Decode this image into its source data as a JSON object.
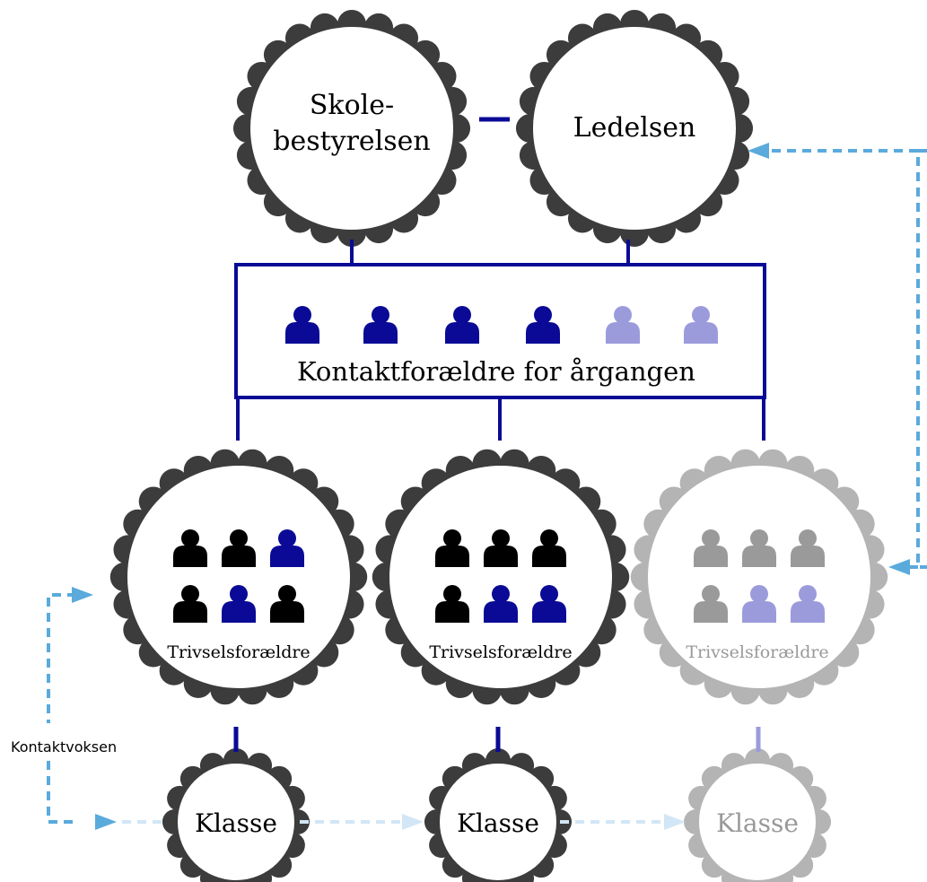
{
  "colors": {
    "navy": "#0a0a96",
    "lavender": "#9b9bdc",
    "black": "#000000",
    "gray": "#9a9a9a",
    "scallop_dark": "#3c3c3c",
    "scallop_light": "#b4b4b4",
    "arrow_blue": "#5aaadc",
    "arrow_pale": "#d2e6f5",
    "text_gray": "#999999"
  },
  "nodes": {
    "skolebestyrelsen": {
      "line1": "Skole-",
      "line2": "bestyrelsen"
    },
    "ledelsen": {
      "label": "Ledelsen"
    },
    "kontaktforaeldre": {
      "label": "Kontaktforældre for årgangen",
      "people": [
        "navy",
        "navy",
        "navy",
        "navy",
        "lavender",
        "lavender"
      ]
    },
    "trivsel": [
      {
        "label": "Trivselsforældre",
        "faded": false,
        "people": [
          "black",
          "black",
          "navy",
          "black",
          "navy",
          "black"
        ]
      },
      {
        "label": "Trivselsforældre",
        "faded": false,
        "people": [
          "black",
          "black",
          "black",
          "black",
          "navy",
          "navy"
        ]
      },
      {
        "label": "Trivselsforældre",
        "faded": true,
        "people": [
          "gray",
          "gray",
          "gray",
          "gray",
          "lavender",
          "lavender"
        ]
      }
    ],
    "klasser": [
      {
        "label": "Klasse",
        "faded": false
      },
      {
        "label": "Klasse",
        "faded": false
      },
      {
        "label": "Klasse",
        "faded": true
      }
    ]
  },
  "annotations": {
    "kontaktvoksen": "Kontaktvoksen"
  }
}
